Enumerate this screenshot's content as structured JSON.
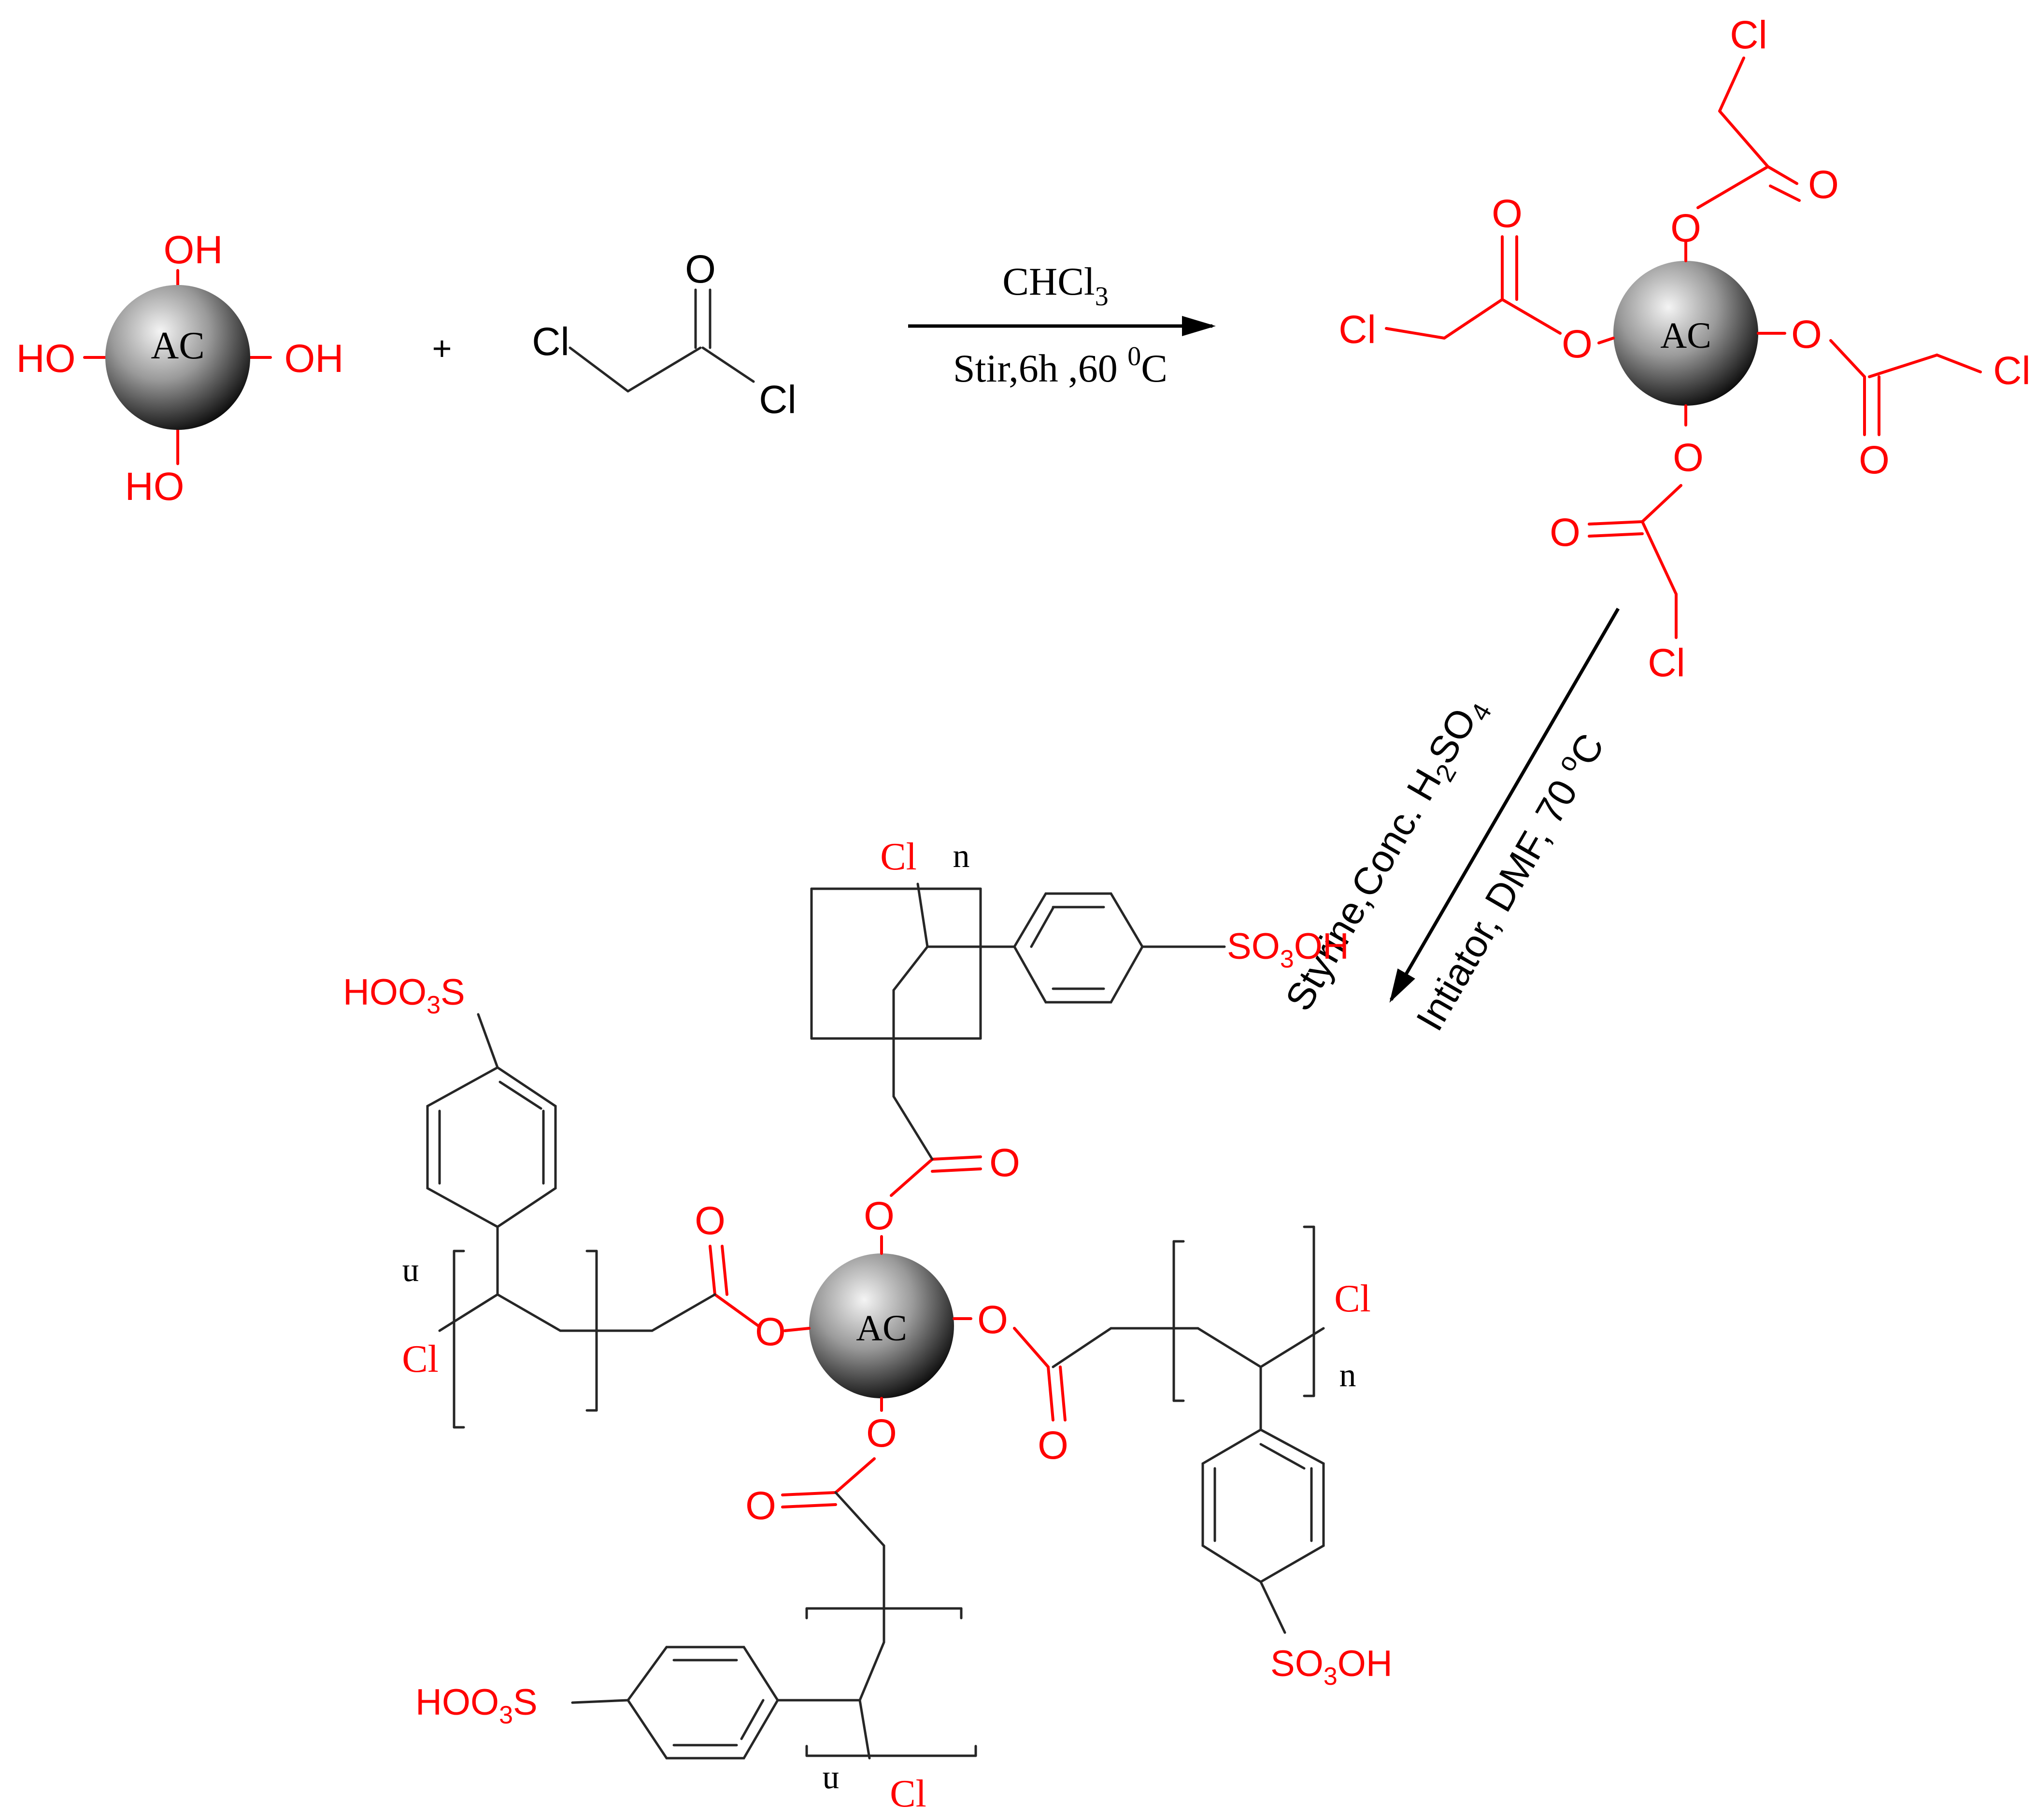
{
  "colors": {
    "substituent": "#ff0000",
    "backbone": "#262626",
    "sphere_light": "#f2f2f2",
    "sphere_dark": "#000000"
  },
  "labels": {
    "core": "AC",
    "oh": "OH",
    "ho": "HO",
    "plus": "+",
    "cl": "Cl",
    "o": "O",
    "n": "n",
    "so3h_main": "SO",
    "so3h_sub": "3",
    "so3h_end": "OH",
    "hoo3s_main": "HOO",
    "hoo3s_sub": "3",
    "hoo3s_end": "S"
  },
  "step1": {
    "reagent_main": "CHCl",
    "reagent_sub": "3",
    "conditions_main": "Stir,6h ,60 ",
    "conditions_sup": "0",
    "conditions_end": "C"
  },
  "step2": {
    "line1_main": "Styrine,Conc. H",
    "line1_sub1": "2",
    "line1_mid": "SO",
    "line1_sub2": "4",
    "line2_main": "Intiator, DMF, 70 ",
    "line2_sup": "o",
    "line2_end": "C"
  }
}
